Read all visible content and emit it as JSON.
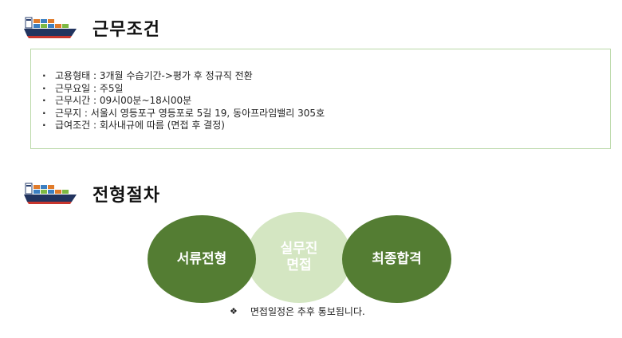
{
  "sections": [
    {
      "title": "근무조건",
      "icon": "cargo-ship-icon"
    },
    {
      "title": "전형절차",
      "icon": "cargo-ship-icon"
    }
  ],
  "conditions": [
    "고용형태 : 3개월 수습기간->평가 후 정규직 전환",
    "근무요일 : 주5일",
    "근무시간 : 09시00분~18시00분",
    "근무지 : 서울시 영등포구 영등포로 5길 19, 동아프라임밸리 305호",
    "급여조건 : 회사내규에 따름 (면접 후 결정)"
  ],
  "process_steps": [
    "서류전형",
    "실무진\n면접",
    "최종합격"
  ],
  "note": {
    "bullet": "❖",
    "text": "면접일정은 추후 통보됩니다."
  },
  "colors": {
    "step_dark": "#547d33",
    "step_light": "#d4e6c2",
    "box_border": "#b9d8a7"
  }
}
